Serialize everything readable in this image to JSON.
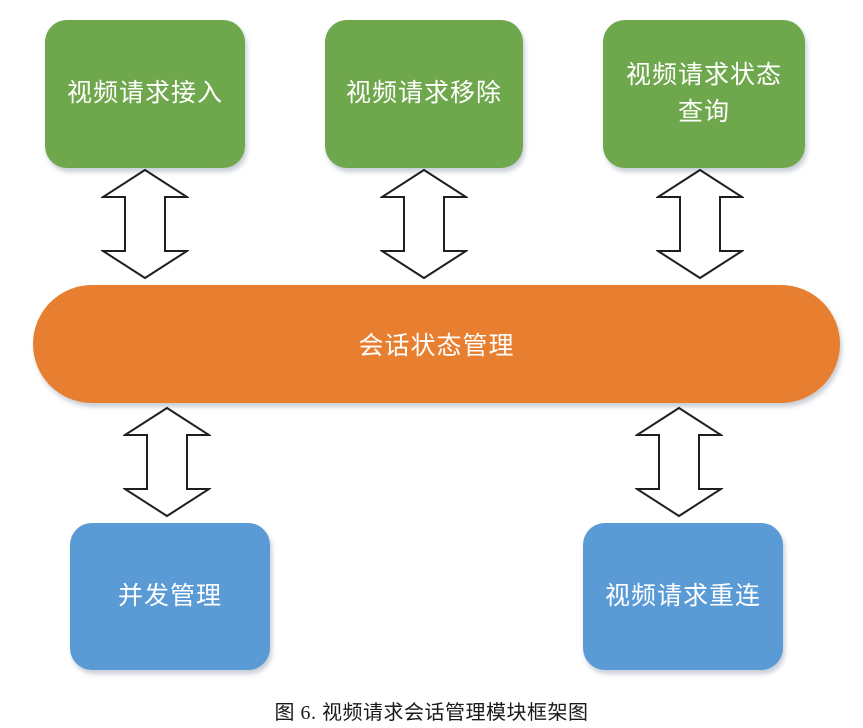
{
  "diagram": {
    "top_row": [
      {
        "label": "视频请求接入"
      },
      {
        "label": "视频请求移除"
      },
      {
        "label": "视频请求状态查询"
      }
    ],
    "center_bar": {
      "label": "会话状态管理"
    },
    "bottom_row": [
      {
        "label": "并发管理"
      },
      {
        "label": "视频请求重连"
      }
    ],
    "caption": "图 6. 视频请求会话管理模块框架图",
    "colors": {
      "background": "#FFFFFF",
      "top_box_fill": "#6FA84C",
      "center_bar_fill": "#E87E2F",
      "bottom_box_fill": "#5B9BD5",
      "box_text": "#FFFFFF",
      "arrow_fill": "#FFFFFF",
      "arrow_outline": "#1F1F1F",
      "caption_text": "#1A1A1A"
    },
    "connector_type": "double-headed-vertical-arrow"
  }
}
